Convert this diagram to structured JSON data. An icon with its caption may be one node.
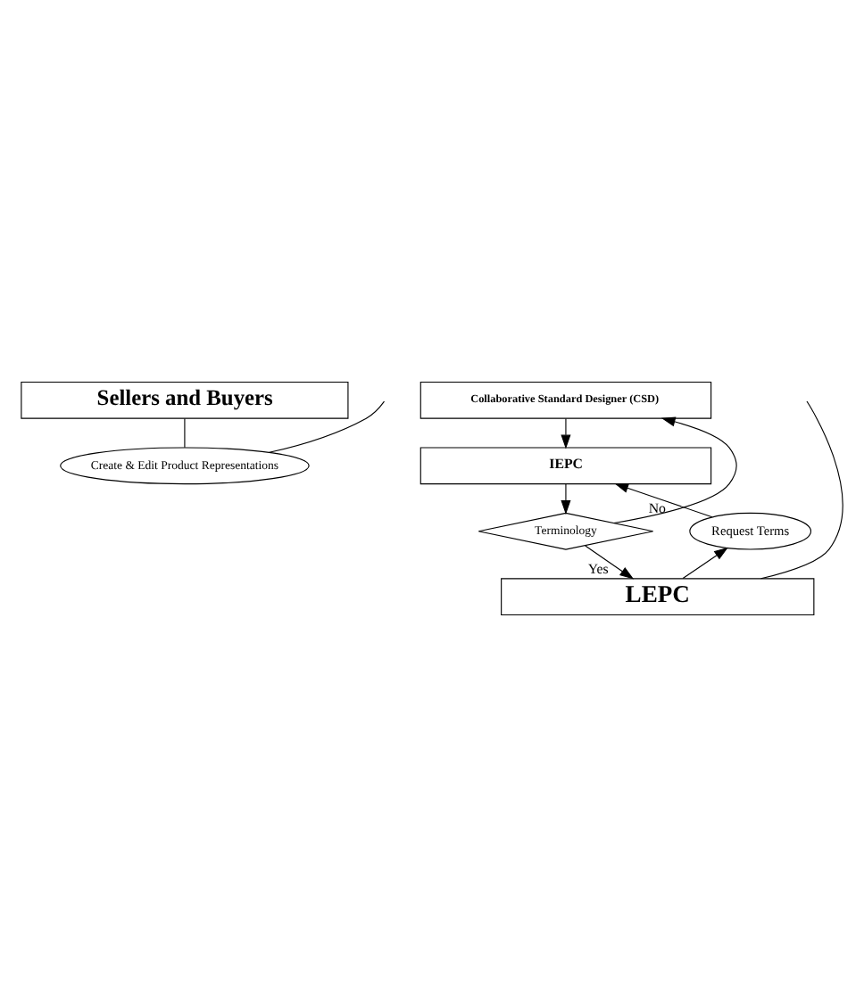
{
  "diagram": {
    "nodes": [
      {
        "text": [
          "Sellers and Buyers"
        ]
      },
      {
        "text": [
          "Create & Edit Product Representations"
        ]
      },
      {
        "text": [
          "Collaborative Standard Designer (CSD)"
        ]
      },
      {
        "text": [
          "IEPC"
        ]
      },
      {
        "text": [
          "Request Terms"
        ]
      },
      {
        "text": [
          "Terminology"
        ]
      },
      {
        "text": [
          "LEPC"
        ]
      }
    ],
    "edges": [
      {
        "from": 0,
        "to": 1,
        "arrow": "none"
      },
      {
        "from": 1,
        "to": null,
        "arrow": "none"
      },
      {
        "from": 2,
        "to": 3,
        "arrow": "to"
      },
      {
        "from": 3,
        "to": 5,
        "arrow": "to"
      },
      {
        "from": 5,
        "to": 2,
        "arrow": "to",
        "label": "No"
      },
      {
        "from": 5,
        "to": 6,
        "arrow": "to",
        "label": "Yes"
      },
      {
        "from": 6,
        "to": 4,
        "arrow": "to"
      },
      {
        "from": 4,
        "to": 3,
        "arrow": "to"
      },
      {
        "from": 6,
        "to": null,
        "arrow": "none"
      }
    ]
  }
}
